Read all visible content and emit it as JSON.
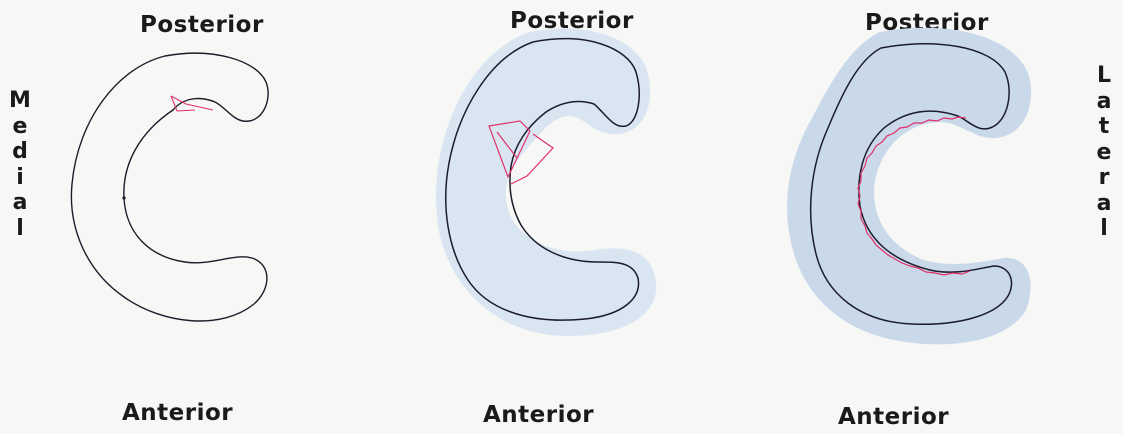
{
  "figure_1": {
    "top_label": "Posterior",
    "bottom_label": "Anterior"
  },
  "figure_2": {
    "top_label": "Posterior",
    "bottom_label": "Anterior"
  },
  "figure_3": {
    "top_label": "Posterior",
    "bottom_label": "Anterior"
  },
  "side_labels": {
    "left": "Medial",
    "right": "Lateral"
  },
  "colors": {
    "outline": "#1c1c2a",
    "lesion": "#e0306a",
    "shading": "#d9e6f2",
    "shading_dark": "#c9d9ea",
    "background": "#f7f7f6"
  }
}
